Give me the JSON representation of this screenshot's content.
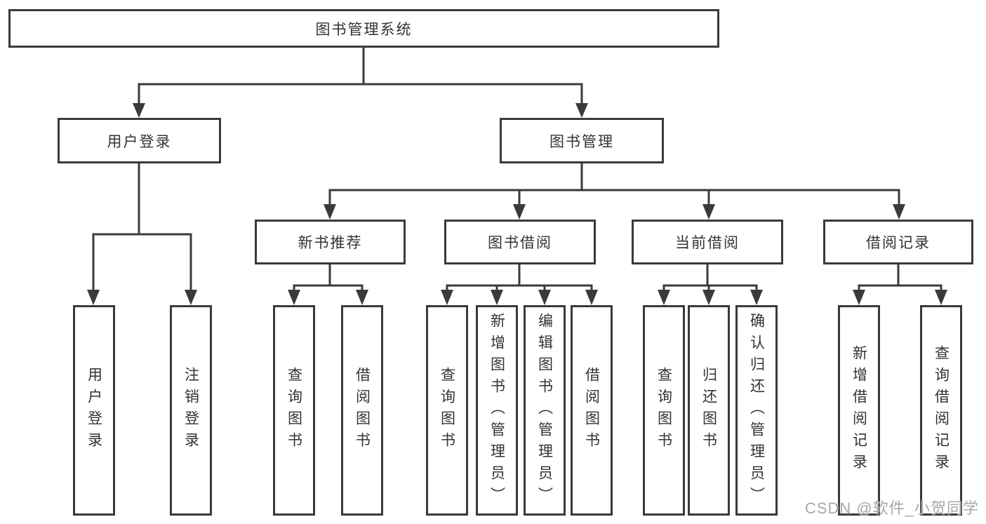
{
  "colors": {
    "background": "#ffffff",
    "box_border": "#3a3a3a",
    "connector_line": "#3a3a3a",
    "box_background": "#ffffff",
    "text": "#333333",
    "watermark_text": "#a8a8a8"
  },
  "tree": {
    "root": {
      "label": "图书管理系统",
      "children": [
        {
          "label": "用户登录",
          "children": [
            {
              "label": "用户登录"
            },
            {
              "label": "注销登录"
            }
          ]
        },
        {
          "label": "图书管理",
          "children": [
            {
              "label": "新书推荐",
              "children": [
                {
                  "label": "查询图书"
                },
                {
                  "label": "借阅图书"
                }
              ]
            },
            {
              "label": "图书借阅",
              "children": [
                {
                  "label": "查询图书"
                },
                {
                  "label": "新增图书（管理员）"
                },
                {
                  "label": "编辑图书（管理员）"
                },
                {
                  "label": "借阅图书"
                }
              ]
            },
            {
              "label": "当前借阅",
              "children": [
                {
                  "label": "查询图书"
                },
                {
                  "label": "归还图书"
                },
                {
                  "label": "确认归还（管理员）"
                }
              ]
            },
            {
              "label": "借阅记录",
              "children": [
                {
                  "label": "新增借阅记录"
                },
                {
                  "label": "查询借阅记录"
                }
              ]
            }
          ]
        }
      ]
    }
  },
  "watermark": {
    "text": "CSDN @软件_小贺同学"
  }
}
